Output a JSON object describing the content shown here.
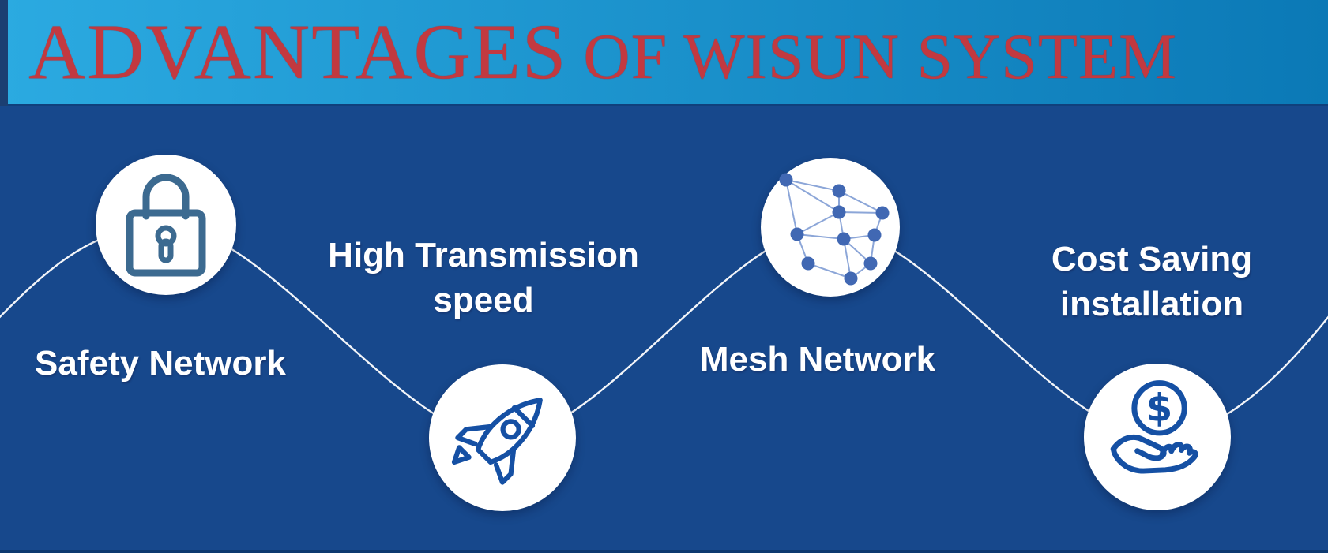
{
  "header": {
    "title_part1": "ADVANTAGES",
    "title_part2": "OF WISUN SYSTEM"
  },
  "items": [
    {
      "icon": "lock-icon",
      "lines": [
        "Safety Network"
      ]
    },
    {
      "icon": "rocket-icon",
      "lines": [
        "High Transmission",
        "speed"
      ]
    },
    {
      "icon": "mesh-network-icon",
      "lines": [
        "Mesh Network"
      ]
    },
    {
      "icon": "money-hand-icon",
      "lines": [
        "Cost Saving",
        "installation"
      ]
    }
  ],
  "icons": {
    "money_symbol": "$"
  },
  "colors": {
    "header_gradient_start": "#2BAAE1",
    "header_gradient_end": "#0B79B6",
    "title_red": "#C23940",
    "body_blue": "#17488C",
    "lock_stroke": "#3C6A90",
    "icon_blue": "#1550A4",
    "mesh_node_blue": "#4168B3",
    "mesh_line_blue": "#8CA6D8",
    "wave_white": "#FFFFFF"
  }
}
